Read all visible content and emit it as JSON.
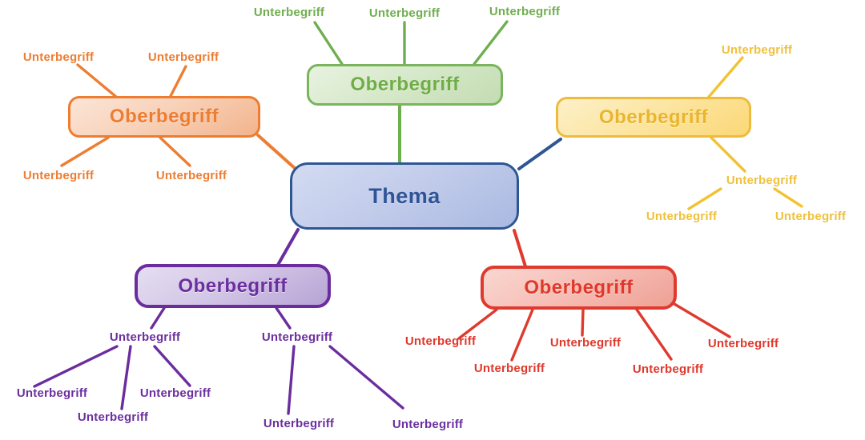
{
  "center": {
    "label": "Thema"
  },
  "branches": {
    "top": {
      "label": "Oberbegriff",
      "color": "#70ad47",
      "subs": [
        "Unterbegriff",
        "Unterbegriff",
        "Unterbegriff"
      ]
    },
    "left": {
      "label": "Oberbegriff",
      "color": "#ed7d31",
      "subs": [
        "Unterbegriff",
        "Unterbegriff",
        "Unterbegriff",
        "Unterbegriff"
      ]
    },
    "right": {
      "label": "Oberbegriff",
      "color": "#f1c232",
      "subs": [
        "Unterbegriff",
        "Unterbegriff",
        "Unterbegriff",
        "Unterbegriff"
      ]
    },
    "bottom_left": {
      "label": "Oberbegriff",
      "color": "#7030a0",
      "subs": [
        "Unterbegriff",
        "Unterbegriff",
        "Unterbegriff",
        "Unterbegriff",
        "Unterbegriff",
        "Unterbegriff",
        "Unterbegriff"
      ]
    },
    "bottom_right": {
      "label": "Oberbegriff",
      "color": "#e0382b",
      "subs": [
        "Unterbegriff",
        "Unterbegriff",
        "Unterbegriff",
        "Unterbegriff",
        "Unterbegriff"
      ]
    }
  },
  "colors": {
    "center_border": "#2e5693",
    "center_text": "#2f5496",
    "right_link": "#2e5693"
  }
}
